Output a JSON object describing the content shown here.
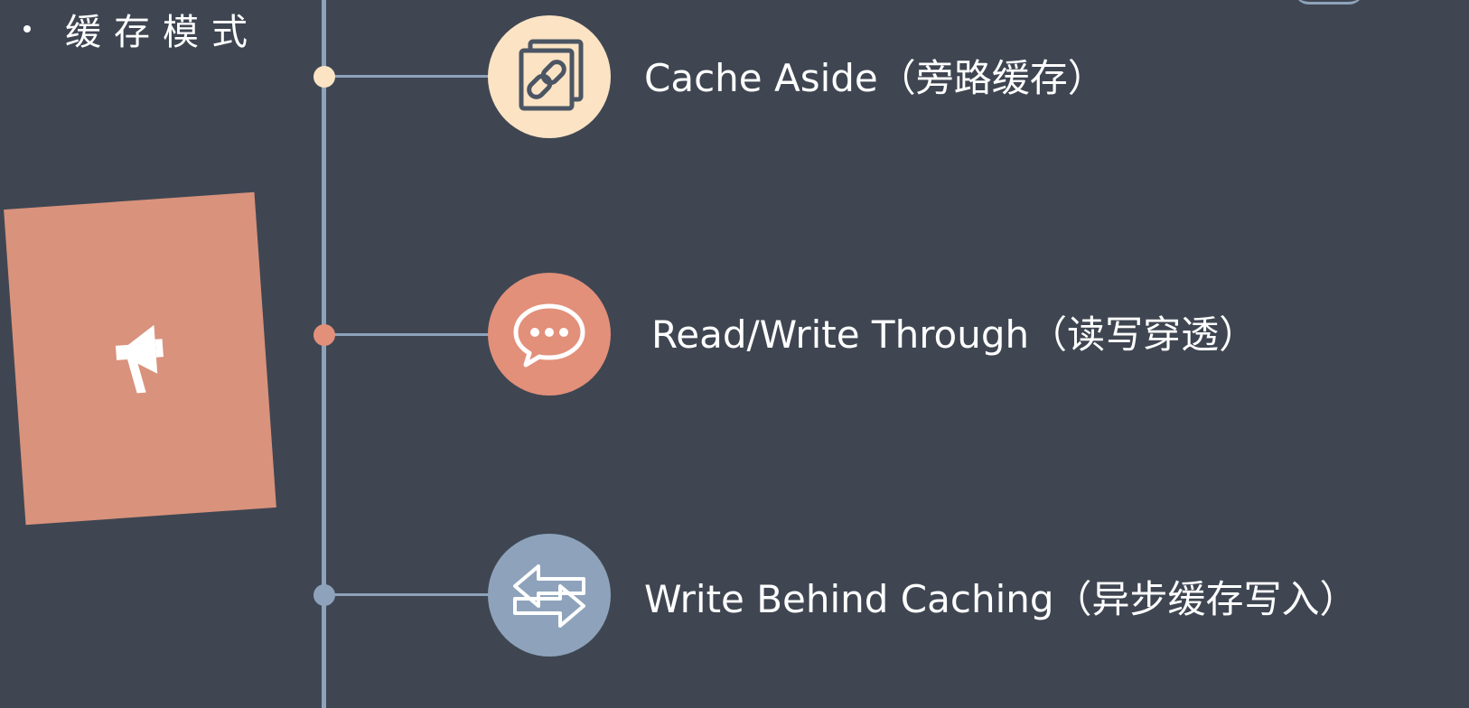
{
  "heading": {
    "text": "缓存模式"
  },
  "items": [
    {
      "label": "Cache Aside（旁路缓存）",
      "icon": "link-icon",
      "color": "#fbe3c4",
      "dot_color": "#fbe3c4"
    },
    {
      "label": "Read/Write Through（读写穿透）",
      "icon": "chat-bubble-icon",
      "color": "#e2907a",
      "dot_color": "#e2907a"
    },
    {
      "label": "Write  Behind  Caching（异步缓存写入）",
      "icon": "swap-arrows-icon",
      "color": "#8ea3bb",
      "dot_color": "#8ea3bb"
    }
  ],
  "decor": {
    "card_color": "#d9927c",
    "card_icon": "megaphone-icon",
    "timeline_color": "#8ea3bb",
    "background": "#3f4652"
  }
}
